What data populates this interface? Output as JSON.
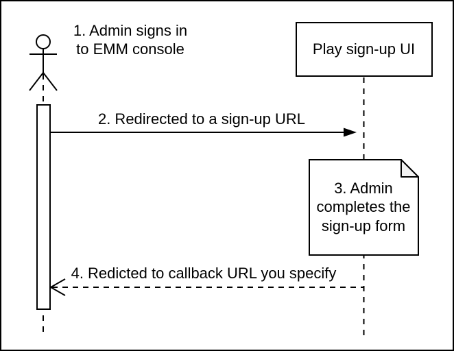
{
  "diagram": {
    "type": "sequence-diagram",
    "title_note": "1. Admin signs in\nto EMM console",
    "actor": {
      "name": "Admin",
      "icon": "stick-figure-actor-icon"
    },
    "participant": {
      "label": "Play sign-up UI"
    },
    "messages": [
      {
        "step": "2",
        "label": "2. Redirected to a sign-up URL",
        "line_style": "solid",
        "arrowhead": "filled",
        "direction": "left-to-right"
      },
      {
        "step": "4",
        "label": "4. Redicted to callback URL you specify",
        "line_style": "dashed",
        "arrowhead": "open",
        "direction": "right-to-left"
      }
    ],
    "note": {
      "label": "3. Admin\ncompletes the\nsign-up form",
      "shape": "note-with-folded-corner"
    },
    "colors": {
      "stroke": "#000000",
      "fill": "#ffffff",
      "note_fold_fill": "#f2f2f2",
      "background": "#ffffff"
    }
  }
}
